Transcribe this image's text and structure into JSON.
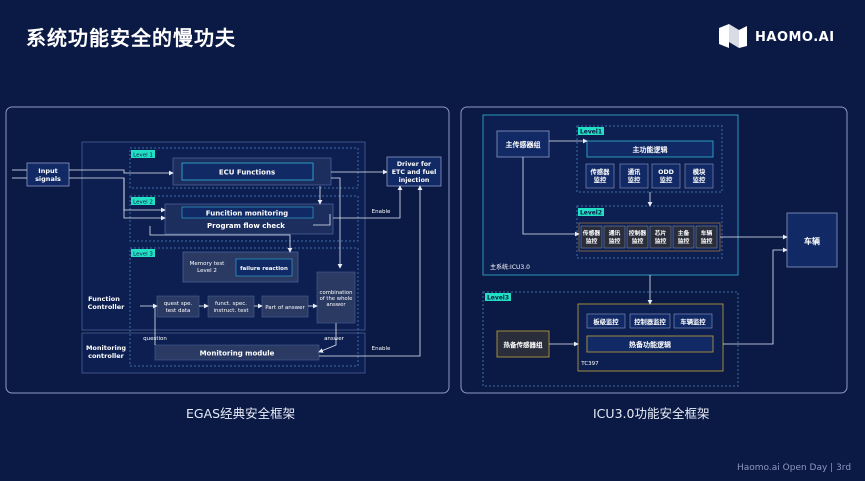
{
  "title": "系统功能安全的慢功夫",
  "brand": "HAOMO.AI",
  "footer": "Haomo.ai Open Day | 3rd",
  "left": {
    "caption": "EGAS经典安全框架",
    "input_signals": [
      "Input",
      "signals"
    ],
    "level1": "Level 1",
    "level2": "Level 2",
    "level3": "Level 3",
    "ecu_functions": "ECU Functions",
    "function_monitoring": "Funcition monitoring",
    "program_flow_check": "Program flow check",
    "memory_test": [
      "Memory test",
      "Level 2"
    ],
    "failure_reaction": "failure reaction",
    "quest_test": [
      "quest spe.",
      "test data"
    ],
    "funct_spec": [
      "funct. spec.",
      "instruct. test"
    ],
    "part_of_answer": "Part of answer",
    "combination": [
      "combination",
      "of the whole",
      "answer"
    ],
    "function_controller": [
      "Function",
      "Controller"
    ],
    "monitoring_controller": [
      "Monitoring",
      "controller"
    ],
    "monitoring_module": "Monitoring module",
    "question": "question",
    "answer": "answer",
    "enable_top": "Enable",
    "enable_bottom": "Enable",
    "driver": [
      "Driver for",
      "ETC and fuel",
      "injection"
    ]
  },
  "right": {
    "caption": "ICU3.0功能安全框架",
    "main_sensor": "主传感器组",
    "level1": "Level1",
    "level2": "Level2",
    "level3": "Level3",
    "main_logic": "主功能逻辑",
    "l1_monitors": [
      [
        "传感器",
        "监控"
      ],
      [
        "通讯",
        "监控"
      ],
      [
        "ODD",
        "监控"
      ],
      [
        "模块",
        "监控"
      ]
    ],
    "l2_monitors": [
      [
        "传感器",
        "监控"
      ],
      [
        "通讯",
        "监控"
      ],
      [
        "控制器",
        "监控"
      ],
      [
        "芯片",
        "监控"
      ],
      [
        "主备",
        "监控"
      ],
      [
        "车辆",
        "监控"
      ]
    ],
    "main_system": "主系统:ICU3.0",
    "vehicle": "车辆",
    "backup_sensor": "热备传感器组",
    "l3_monitors": [
      "板级监控",
      "控制器监控",
      "车辆监控"
    ],
    "backup_logic": "热备功能逻辑",
    "tc": "TC397"
  },
  "colors": {
    "background": "#0b1a45",
    "panel_border": "#8c9ac4",
    "level_tag": "#21e0c4",
    "box_border": "#34b5d8",
    "arrow": "#e8ecf6"
  }
}
